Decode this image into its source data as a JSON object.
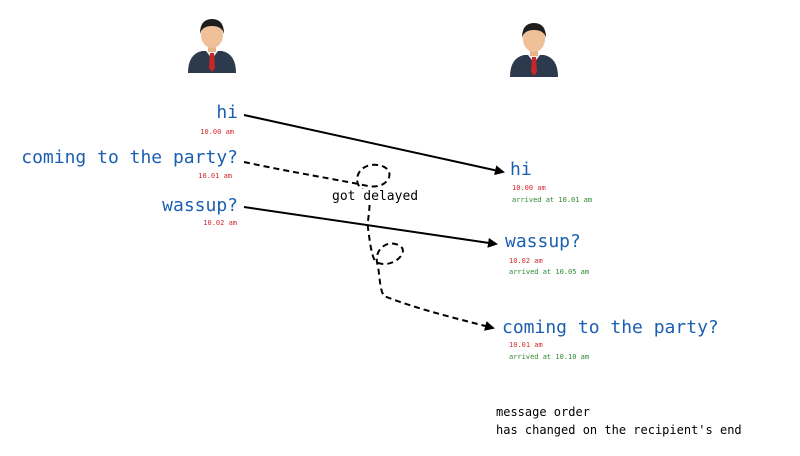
{
  "colors": {
    "message": "#1b5fb0",
    "sent_time": "#d4262c",
    "arrival_time": "#2c8a2f",
    "arrow": "#000000"
  },
  "sender": {
    "avatar_icon": "person-avatar-icon",
    "messages": [
      {
        "text": "hi",
        "time": "10.00 am"
      },
      {
        "text": "coming to the party?",
        "time": "10.01 am"
      },
      {
        "text": "wassup?",
        "time": "10.02 am"
      }
    ]
  },
  "recipient": {
    "avatar_icon": "person-avatar-icon",
    "messages": [
      {
        "text": "hi",
        "time": "10.00 am",
        "arrived": "arrived at 10.01 am"
      },
      {
        "text": "wassup?",
        "time": "10.02 am",
        "arrived": "arrived at 10.05 am"
      },
      {
        "text": "coming to the party?",
        "time": "10.01 am",
        "arrived": "arrived at 10.10 am"
      }
    ]
  },
  "delay_label": "got delayed",
  "note": {
    "line1": "message order",
    "line2": "has changed on the recipient's end"
  }
}
